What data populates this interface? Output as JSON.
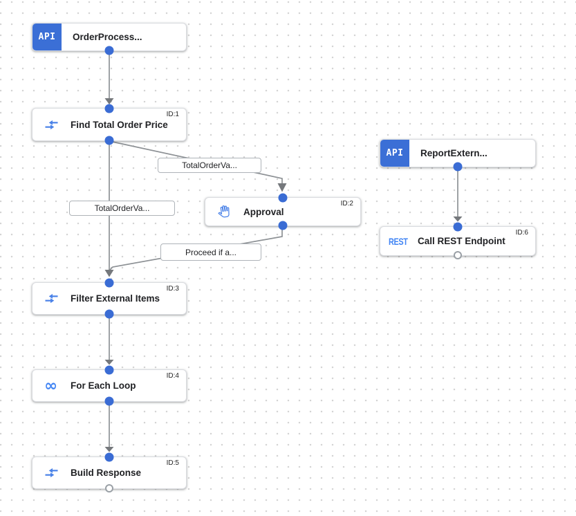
{
  "canvas": {
    "background": "#ffffff",
    "grid_dot_color": "#d4d4d4"
  },
  "colors": {
    "accent_blue": "#3b6fd6",
    "icon_blue": "#4285f4",
    "edge_gray": "#8d9195",
    "arrow_gray": "#75787c",
    "node_border": "#dadce0",
    "title_color": "#202124"
  },
  "nodes": {
    "order_process_trigger": {
      "badge": "API",
      "label": "OrderProcess..."
    },
    "report_extern_trigger": {
      "badge": "API",
      "label": "ReportExtern..."
    },
    "find_total_order_price": {
      "id": "ID:1",
      "label": "Find Total Order Price"
    },
    "approval": {
      "id": "ID:2",
      "label": "Approval"
    },
    "filter_external_items": {
      "id": "ID:3",
      "label": "Filter External Items"
    },
    "for_each_loop": {
      "id": "ID:4",
      "label": "For Each Loop"
    },
    "build_response": {
      "id": "ID:5",
      "label": "Build Response"
    },
    "call_rest_endpoint": {
      "id": "ID:6",
      "label": "Call REST Endpoint",
      "icon_text": "REST"
    }
  },
  "icons": {
    "infinity_glyph": "∞"
  },
  "edge_labels": {
    "total_order_to_approval": "TotalOrderVa...",
    "total_order_to_filter": "TotalOrderVa...",
    "proceed_if": "Proceed if a..."
  }
}
